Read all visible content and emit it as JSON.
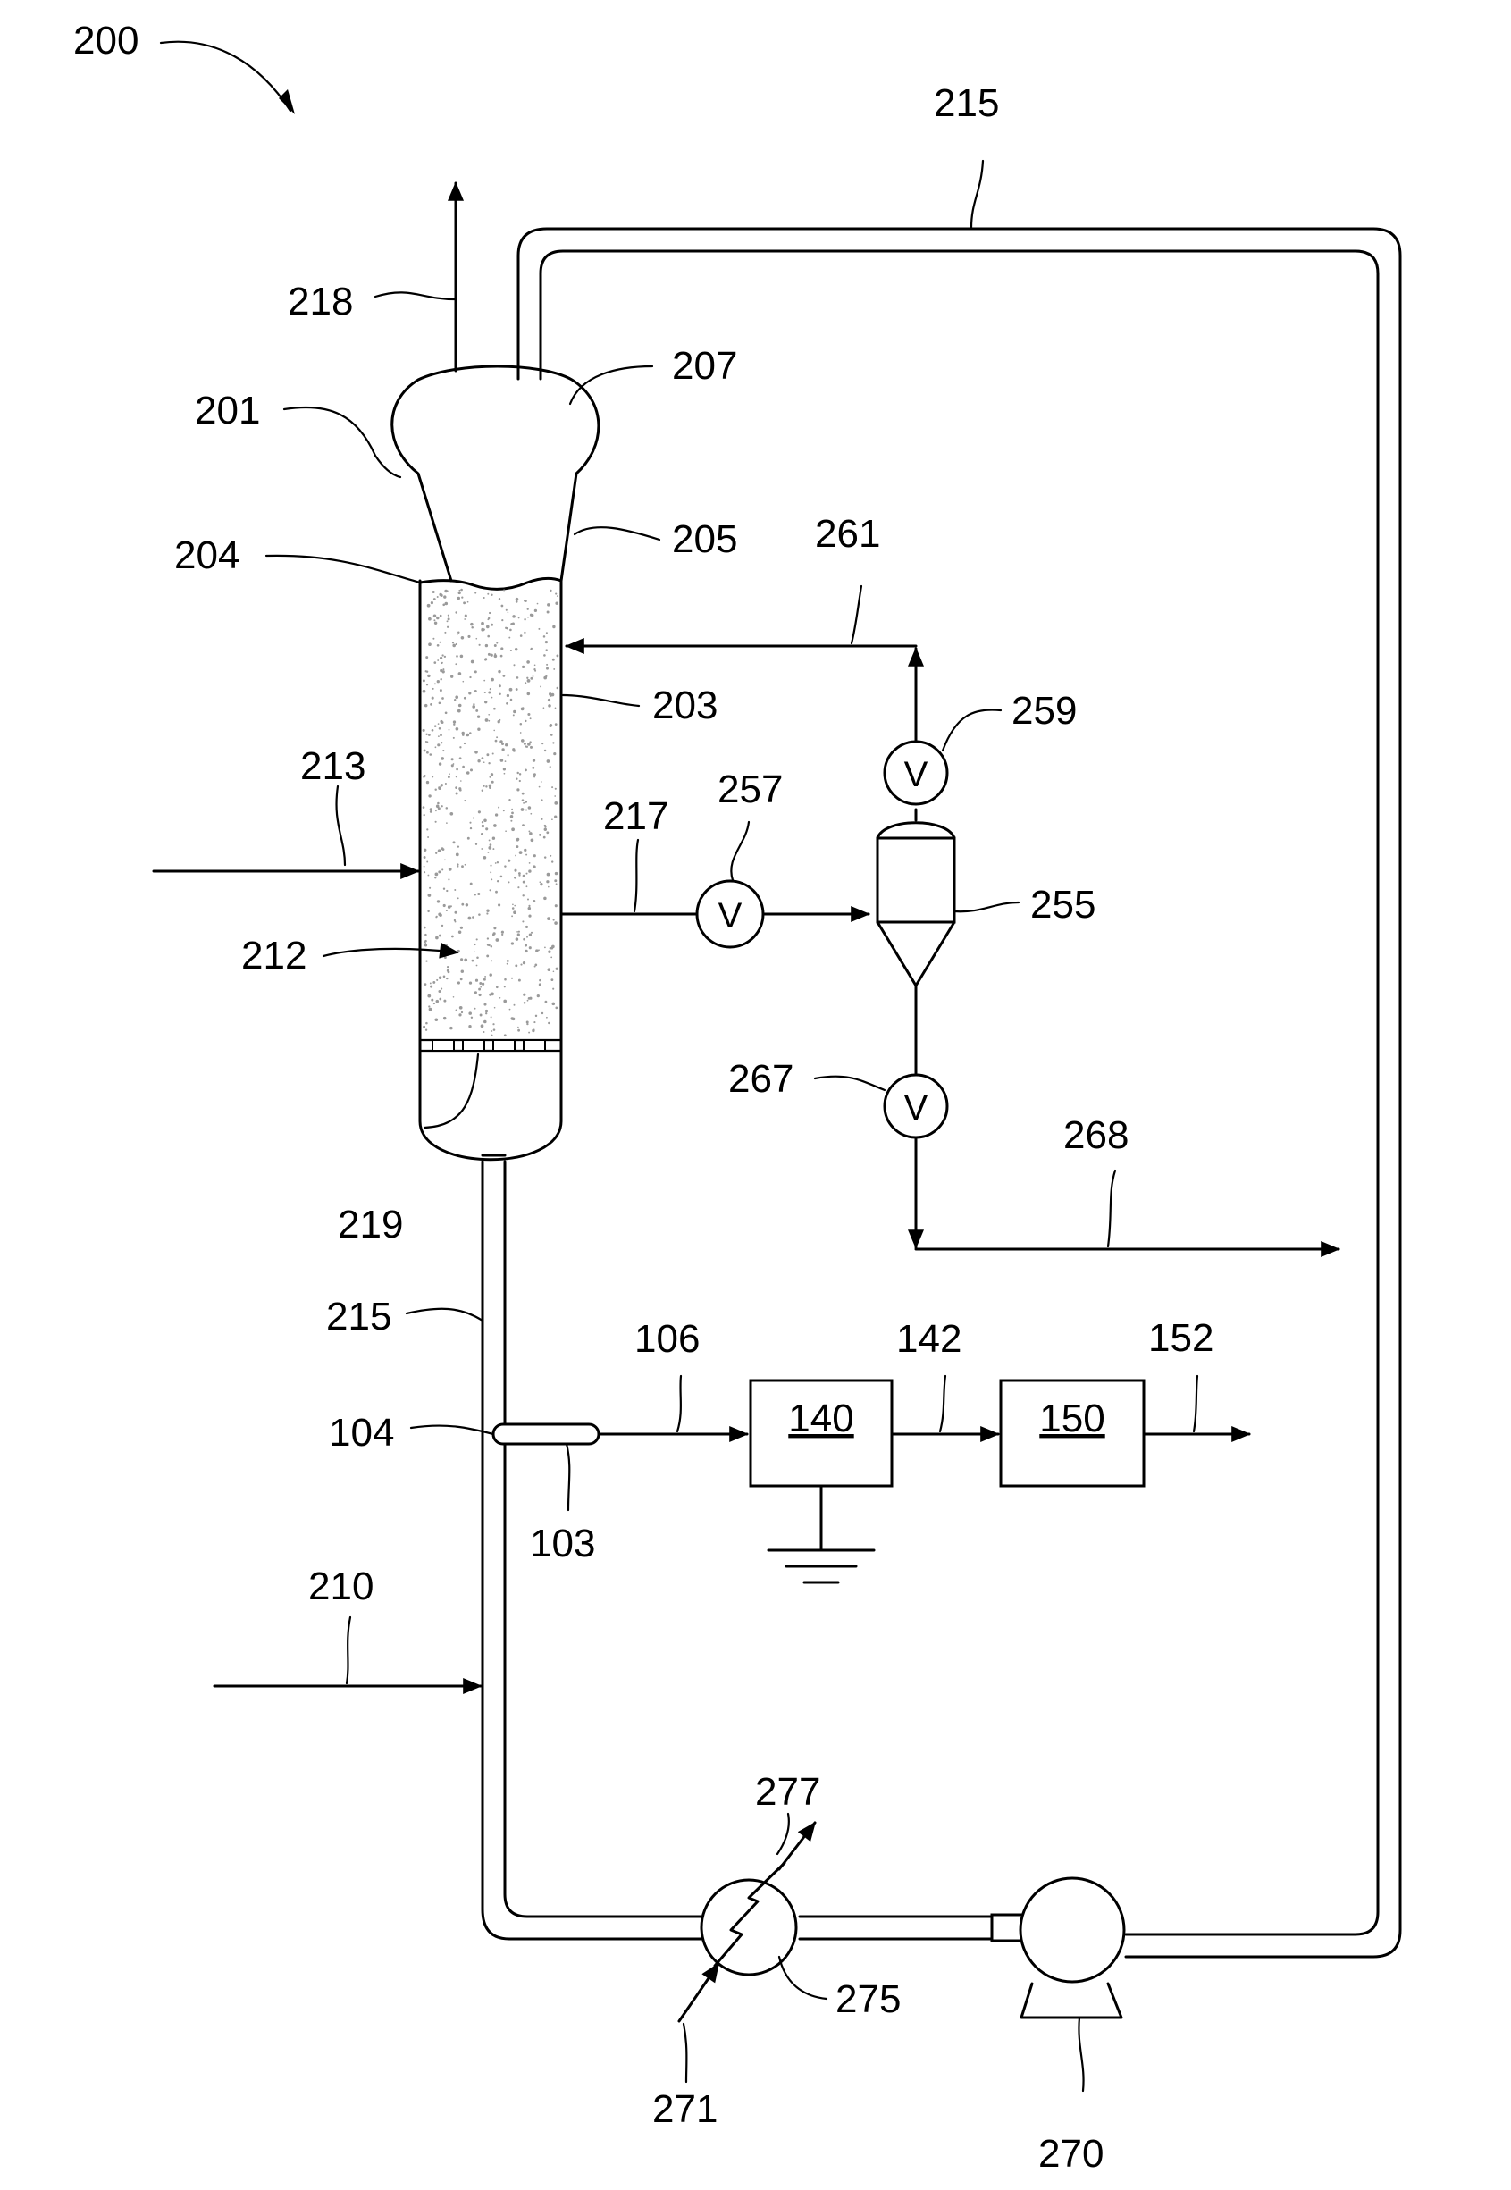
{
  "figure_number": "200",
  "labels": {
    "l215_top": "215",
    "l218": "218",
    "l207": "207",
    "l201": "201",
    "l261": "261",
    "l204": "204",
    "l205": "205",
    "l203": "203",
    "l259": "259",
    "l257": "257",
    "l213": "213",
    "l217": "217",
    "l255": "255",
    "l212": "212",
    "l267": "267",
    "l268": "268",
    "l219": "219",
    "l215_left": "215",
    "l106": "106",
    "l142": "142",
    "l152": "152",
    "l104": "104",
    "l103": "103",
    "l210": "210",
    "l277": "277",
    "l275": "275",
    "l271": "271",
    "l270": "270"
  },
  "blocks": {
    "b140": "140",
    "b150": "150"
  },
  "valves": {
    "v259": "V",
    "v257": "V",
    "v267": "V"
  }
}
